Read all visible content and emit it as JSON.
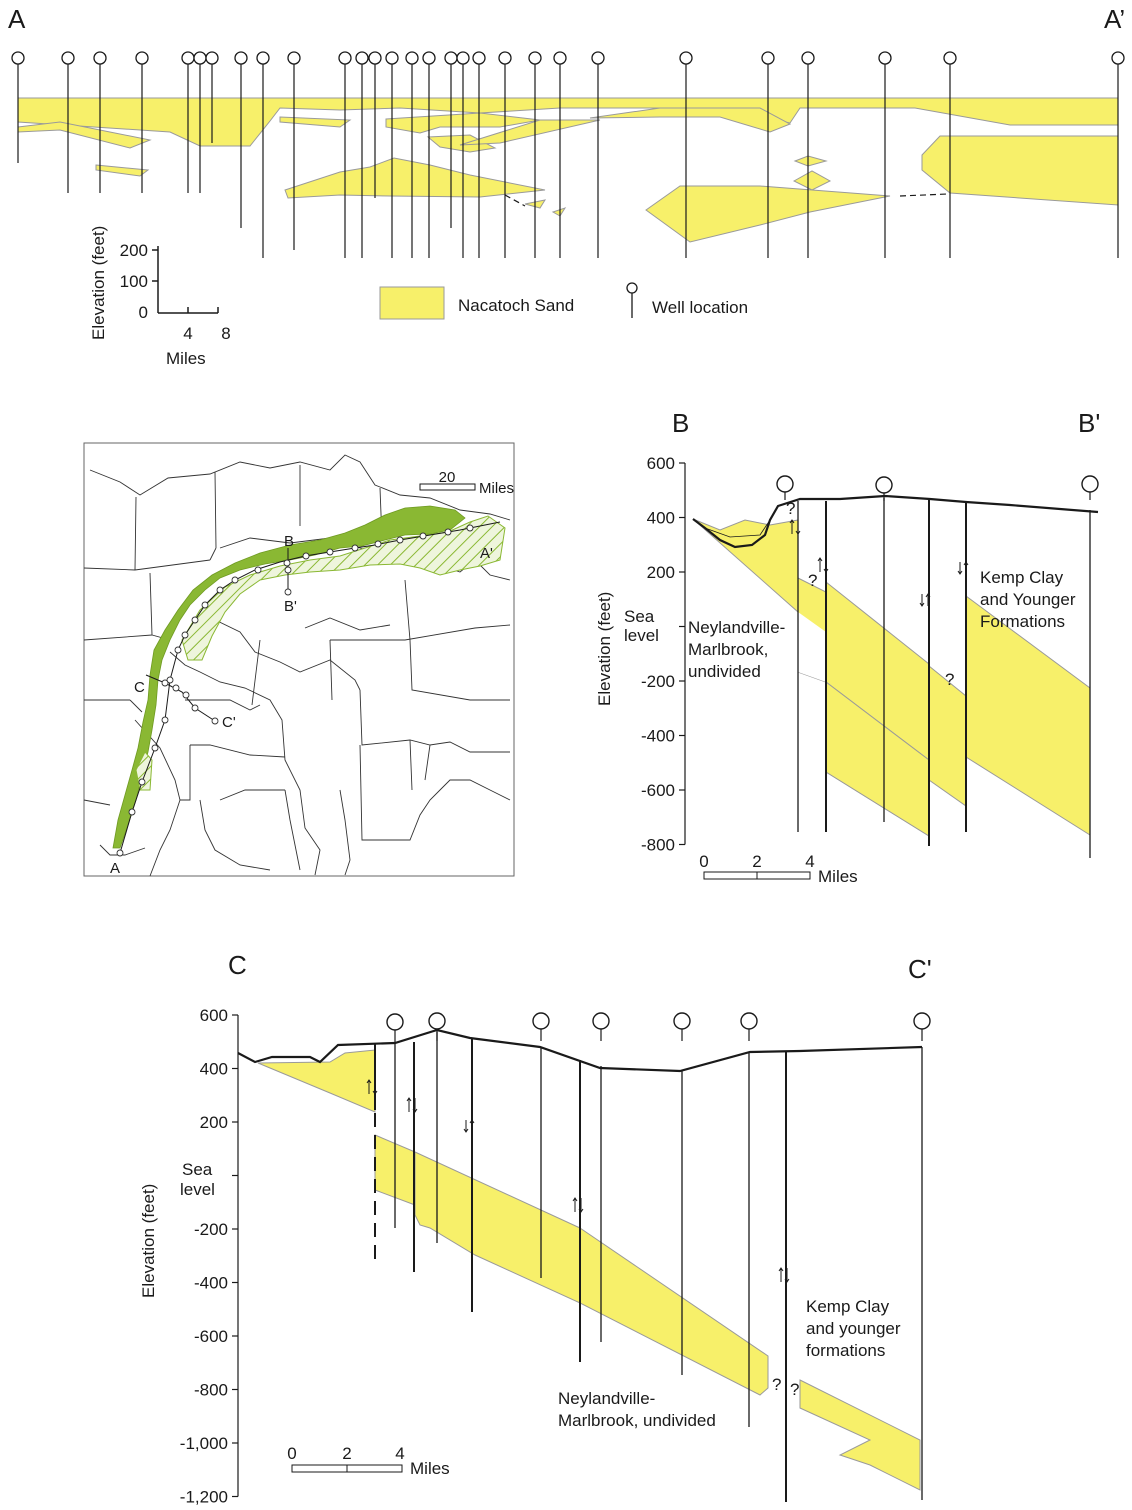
{
  "section_a": {
    "left_label": "A",
    "right_label": "A’",
    "y_axis_label": "Elevation (feet)",
    "y_ticks": [
      "200",
      "100",
      "0"
    ],
    "x_ticks": [
      "4",
      "8"
    ],
    "x_unit": "Miles",
    "legend": {
      "sand_label": "Nacatoch Sand",
      "well_label": "Well location"
    },
    "colors": {
      "sand": "#f7f06a",
      "line": "#1a1a1a",
      "sand_edge": "#9a9a9a"
    }
  },
  "map": {
    "scale_value": "20",
    "scale_unit": "Miles",
    "labels": [
      "B",
      "A'",
      "B'",
      "C",
      "C'",
      "A"
    ],
    "colors": {
      "outcrop": "#8ab833",
      "hatch": "#8ab833",
      "boundary": "#222222"
    }
  },
  "section_b": {
    "left_label": "B",
    "right_label": "B'",
    "y_axis_label": "Elevation (feet)",
    "y_ticks": [
      "600",
      "400",
      "200",
      "-200",
      "-400",
      "-600",
      "-800"
    ],
    "sea_level_label": [
      "Sea",
      "level"
    ],
    "x_ticks": [
      "0",
      "2",
      "4"
    ],
    "x_unit": "Miles",
    "unit_left_label": [
      "Neylandville-",
      "Marlbrook,",
      "undivided"
    ],
    "unit_right_label": [
      "Kemp Clay",
      "and Younger",
      "Formations"
    ],
    "uncertain_mark": "?"
  },
  "section_c": {
    "left_label": "C",
    "right_label": "C'",
    "y_axis_label": "Elevation (feet)",
    "y_ticks": [
      "600",
      "400",
      "200",
      "-200",
      "-400",
      "-600",
      "-800",
      "-1,000",
      "-1,200"
    ],
    "sea_level_label": [
      "Sea",
      "level"
    ],
    "x_ticks": [
      "0",
      "2",
      "4"
    ],
    "x_unit": "Miles",
    "unit_lower_label": [
      "Neylandville-",
      "Marlbrook, undivided"
    ],
    "unit_right_label": [
      "Kemp Clay",
      "and younger",
      "formations"
    ],
    "uncertain_mark": "?"
  }
}
